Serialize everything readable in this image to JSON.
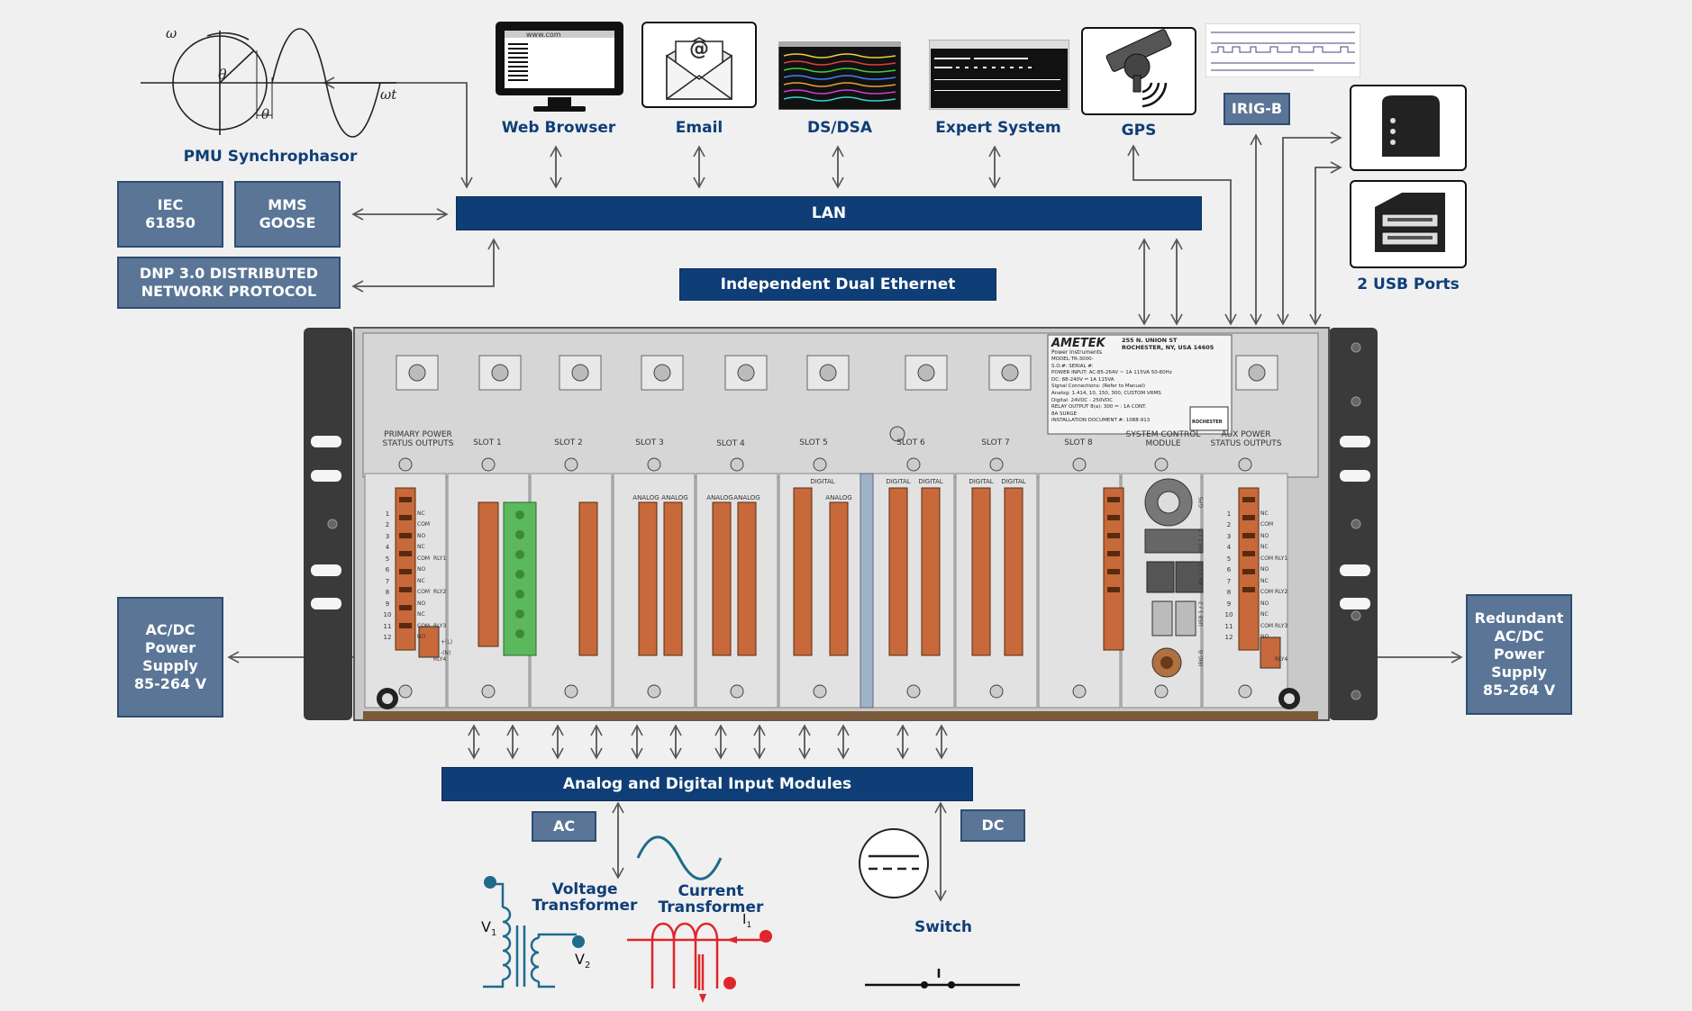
{
  "colors": {
    "navy": "#0f3e77",
    "steel": "#5a7596",
    "teal": "#1e6b8a",
    "red": "#e0252b",
    "chassis": "#3d3d3d",
    "terminal": "#c7693a",
    "green": "#5cb85c"
  },
  "top_devices": {
    "pmu": {
      "label": "PMU Synchrophasor",
      "omega": "ω",
      "theta": "θ",
      "theta2": "θ",
      "omega_t": "ωt"
    },
    "web": {
      "label": "Web Browser",
      "url": "www.com"
    },
    "email": {
      "label": "Email",
      "glyph": "@"
    },
    "dsdsa": {
      "label": "DS/DSA"
    },
    "expert": {
      "label": "Expert System"
    },
    "gps": {
      "label": "GPS"
    },
    "irigb": {
      "label": "IRIG-B"
    },
    "usb": {
      "label": "2 USB Ports"
    }
  },
  "protocol_boxes": {
    "iec": "IEC\n61850",
    "mms": "MMS\nGOOSE",
    "dnp": "DNP 3.0 DISTRIBUTED\nNETWORK PROTOCOL"
  },
  "bars": {
    "lan": "LAN",
    "dual_ethernet": "Independent Dual Ethernet",
    "input_modules": "Analog and Digital Input Modules"
  },
  "power": {
    "left": "AC/DC\nPower\nSupply\n85-264 V",
    "right": "Redundant\nAC/DC\nPower\nSupply\n85-264 V"
  },
  "rack": {
    "slots": [
      "PRIMARY POWER\nSTATUS OUTPUTS",
      "SLOT 1",
      "SLOT 2",
      "SLOT 3",
      "SLOT 4",
      "SLOT 5",
      "SLOT 6",
      "SLOT 7",
      "SLOT 8",
      "SYSTEM CONTROL\nMODULE",
      "AUX POWER\nSTATUS OUTPUTS"
    ],
    "module_tags": [
      "ANALOG",
      "ANALOG",
      "ANALOG",
      "ANALOG",
      "DIGITAL",
      "ANALOG",
      "DIGITAL",
      "DIGITAL",
      "DIGITAL",
      "DIGITAL"
    ],
    "relay_labels": [
      "NC",
      "COM",
      "NO",
      "NC",
      "COM",
      "NO",
      "NC",
      "COM",
      "NO",
      "NC",
      "COM",
      "NO"
    ],
    "relay_tags": [
      "RLY1",
      "RLY2",
      "RLY3",
      "RLY4"
    ],
    "pins": [
      "1",
      "2",
      "3",
      "4",
      "5",
      "6",
      "7",
      "8",
      "9",
      "10",
      "11",
      "12"
    ],
    "power_pins": [
      "+(L)",
      "-(N)"
    ],
    "port_labels": [
      "GPS",
      "SFP 1 / 2",
      "LAN 1 / 2",
      "USB 1 / 2",
      "IRIG-B"
    ],
    "nameplate": {
      "brand": "AMETEK",
      "sub": "Power Instruments",
      "address": "255 N. UNION ST\nROCHESTER, NY, USA 14605",
      "text": "MODEL:TR-3000-\nS.O.#:              SERIAL #:\nPOWER INPUT: AC:85-264V ~ 1A  115VA 50-60Hz\n             DC: 88-240V ⎓ 1A  115VA\nSignal Connections: (Refer to Manual)\nAnalog: 1.414, 10, 150, 300, CUSTOM VRMS\nDigital: 24VDC - 250VDC\nRELAY OUTPUT  8(a): 300 ⎓ : 1A CONT.\n                        8A SURGE\nINSTALLATION DOCUMENT #: 1088-913",
      "logo": "ROCHESTER"
    }
  },
  "bottom": {
    "ac": "AC",
    "dc": "DC",
    "vt": "Voltage\nTransformer",
    "ct": "Current\nTransformer",
    "switch": "Switch",
    "v1": "V",
    "v1_sub": "1",
    "v2": "V",
    "v2_sub": "2",
    "i1": "I",
    "i1_sub": "1"
  }
}
